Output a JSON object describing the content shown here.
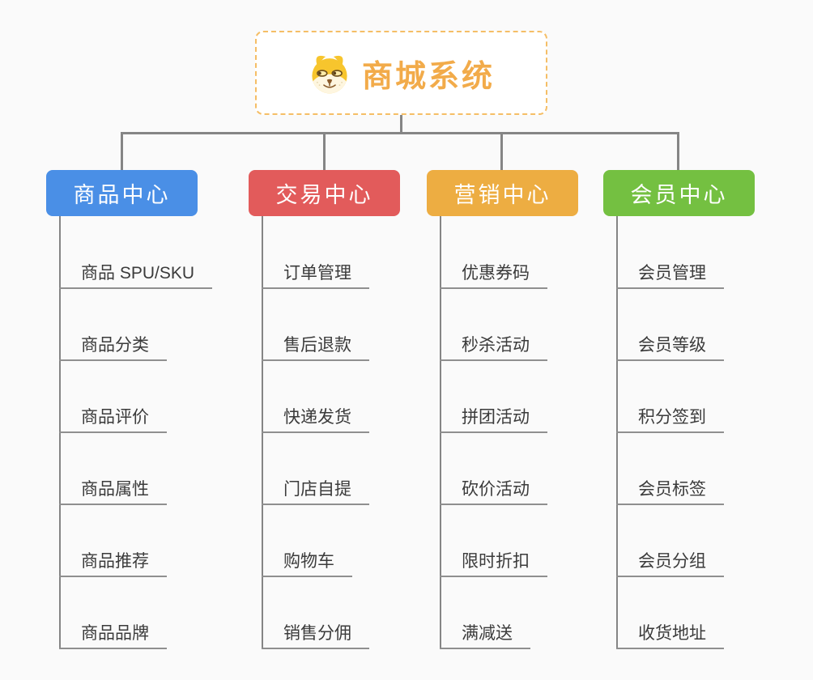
{
  "background_color": "#FAFAFA",
  "connector_color": "#858585",
  "root": {
    "title": "商城系统",
    "icon": "doge-dog-icon",
    "border_color": "#F5BE66",
    "title_color": "#F2AB4A"
  },
  "branches": [
    {
      "label": "商品中心",
      "color": "#4A8FE6",
      "items": [
        "商品 SPU/SKU",
        "商品分类",
        "商品评价",
        "商品属性",
        "商品推荐",
        "商品品牌"
      ]
    },
    {
      "label": "交易中心",
      "color": "#E25B5B",
      "items": [
        "订单管理",
        "售后退款",
        "快递发货",
        "门店自提",
        "购物车",
        "销售分佣"
      ]
    },
    {
      "label": "营销中心",
      "color": "#EDAD42",
      "items": [
        "优惠券码",
        "秒杀活动",
        "拼团活动",
        "砍价活动",
        "限时折扣",
        "满减送"
      ]
    },
    {
      "label": "会员中心",
      "color": "#74C041",
      "items": [
        "会员管理",
        "会员等级",
        "积分签到",
        "会员标签",
        "会员分组",
        "收货地址"
      ]
    }
  ]
}
